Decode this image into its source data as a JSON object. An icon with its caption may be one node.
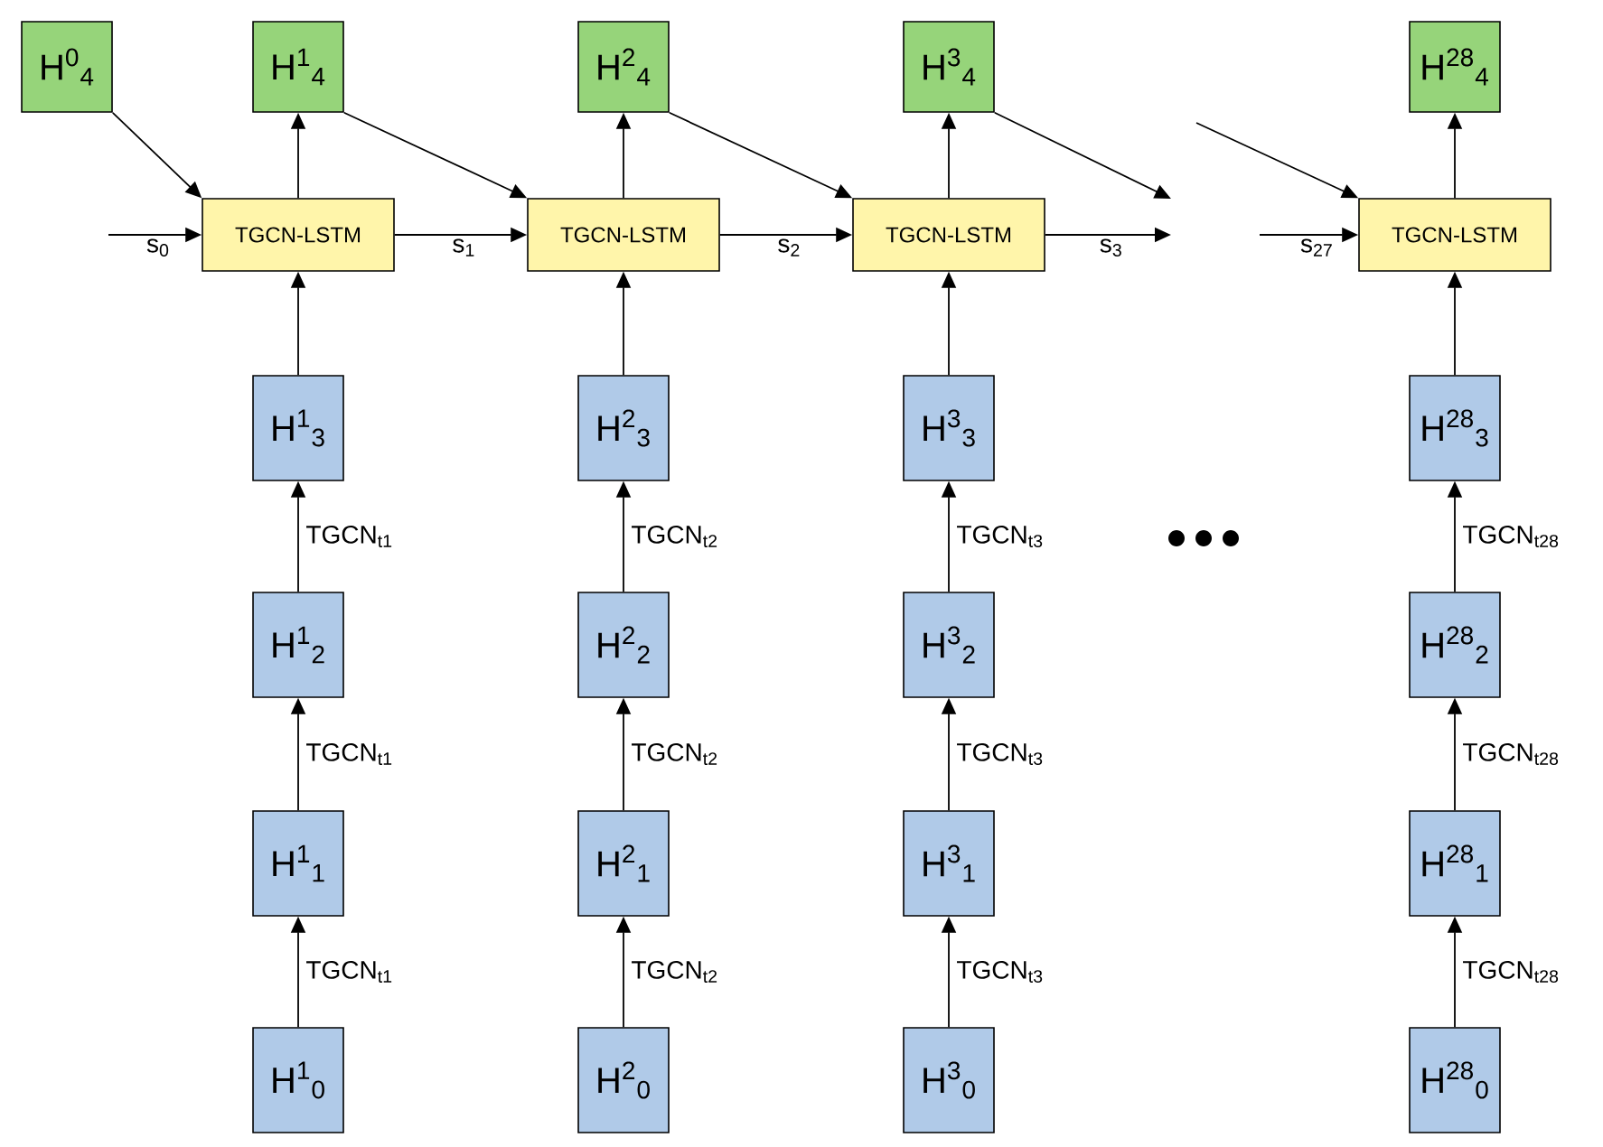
{
  "diagram": {
    "nodes": [
      {
        "text": [
          "H$^{0}$$_{4}$"
        ]
      },
      {
        "text": [
          "H$^{1}$$_{4}$"
        ]
      },
      {
        "text": [
          "H$^{2}$$_{4}$"
        ]
      },
      {
        "text": [
          "H$^{3}$$_{4}$"
        ]
      },
      {
        "text": [
          "H$^{28}$$_{4}$"
        ]
      },
      {
        "text": [
          "TGCN-LSTM"
        ]
      },
      {
        "text": [
          "TGCN-LSTM"
        ]
      },
      {
        "text": [
          "TGCN-LSTM"
        ]
      },
      {
        "text": [
          "TGCN-LSTM"
        ]
      },
      {
        "text": [
          "H$^{1}$$_{3}$"
        ]
      },
      {
        "text": [
          "H$^{2}$$_{3}$"
        ]
      },
      {
        "text": [
          "H$^{3}$$_{3}$"
        ]
      },
      {
        "text": [
          "H$^{28}$$_{3}$"
        ]
      },
      {
        "text": [
          "H$^{1}$$_{2}$"
        ]
      },
      {
        "text": [
          "H$^{2}$$_{2}$"
        ]
      },
      {
        "text": [
          "H$^{3}$$_{2}$"
        ]
      },
      {
        "text": [
          "H$^{28}$$_{2}$"
        ]
      },
      {
        "text": [
          "H$^{1}$$_{1}$"
        ]
      },
      {
        "text": [
          "H$^{2}$$_{1}$"
        ]
      },
      {
        "text": [
          "H$^{3}$$_{1}$"
        ]
      },
      {
        "text": [
          "H$^{28}$$_{1}$"
        ]
      },
      {
        "text": [
          "H$^{1}$$_{0}$"
        ]
      },
      {
        "text": [
          "H$^{2}$$_{0}$"
        ]
      },
      {
        "text": [
          "H$^{3}$$_{0}$"
        ]
      },
      {
        "text": [
          "H$^{28}$$_{0}$"
        ]
      }
    ],
    "edges": [
      {
        "from": null,
        "to": 5,
        "arrow": "to",
        "label": "s$_{0}$"
      },
      {
        "from": 0,
        "to": 5,
        "arrow": "to"
      },
      {
        "from": 5,
        "to": 1,
        "arrow": "to"
      },
      {
        "from": 5,
        "to": 6,
        "arrow": "to",
        "label": "s$_{1}$"
      },
      {
        "from": 1,
        "to": 6,
        "arrow": "to"
      },
      {
        "from": 6,
        "to": 2,
        "arrow": "to"
      },
      {
        "from": 6,
        "to": 7,
        "arrow": "to",
        "label": "s$_{2}$"
      },
      {
        "from": 2,
        "to": 7,
        "arrow": "to"
      },
      {
        "from": 7,
        "to": 3,
        "arrow": "to"
      },
      {
        "from": 7,
        "to": null,
        "arrow": "to",
        "label": "s$_{3}$"
      },
      {
        "from": 3,
        "to": null,
        "arrow": "to"
      },
      {
        "from": null,
        "to": 8,
        "arrow": "to",
        "label": "s$_{27}$"
      },
      {
        "from": null,
        "to": 8,
        "arrow": "to"
      },
      {
        "from": 8,
        "to": 4,
        "arrow": "to"
      },
      {
        "from": 9,
        "to": 5,
        "arrow": "to"
      },
      {
        "from": 10,
        "to": 6,
        "arrow": "to"
      },
      {
        "from": 11,
        "to": 7,
        "arrow": "to"
      },
      {
        "from": 12,
        "to": 8,
        "arrow": "to"
      },
      {
        "from": 13,
        "to": 9,
        "arrow": "to",
        "label": "TGCN$_{t1}$"
      },
      {
        "from": 14,
        "to": 10,
        "arrow": "to",
        "label": "TGCN$_{t2}$"
      },
      {
        "from": 15,
        "to": 11,
        "arrow": "to",
        "label": "TGCN$_{t3}$"
      },
      {
        "from": 16,
        "to": 12,
        "arrow": "to",
        "label": "TGCN$_{t28}$"
      },
      {
        "from": 17,
        "to": 13,
        "arrow": "to",
        "label": "TGCN$_{t1}$"
      },
      {
        "from": 18,
        "to": 14,
        "arrow": "to",
        "label": "TGCN$_{t2}$"
      },
      {
        "from": 19,
        "to": 15,
        "arrow": "to",
        "label": "TGCN$_{t3}$"
      },
      {
        "from": 20,
        "to": 16,
        "arrow": "to",
        "label": "TGCN$_{t28}$"
      },
      {
        "from": 21,
        "to": 17,
        "arrow": "to",
        "label": "TGCN$_{t1}$"
      },
      {
        "from": 22,
        "to": 18,
        "arrow": "to",
        "label": "TGCN$_{t2}$"
      },
      {
        "from": 23,
        "to": 19,
        "arrow": "to",
        "label": "TGCN$_{t3}$"
      },
      {
        "from": 24,
        "to": 20,
        "arrow": "to",
        "label": "TGCN$_{t28}$"
      }
    ]
  }
}
